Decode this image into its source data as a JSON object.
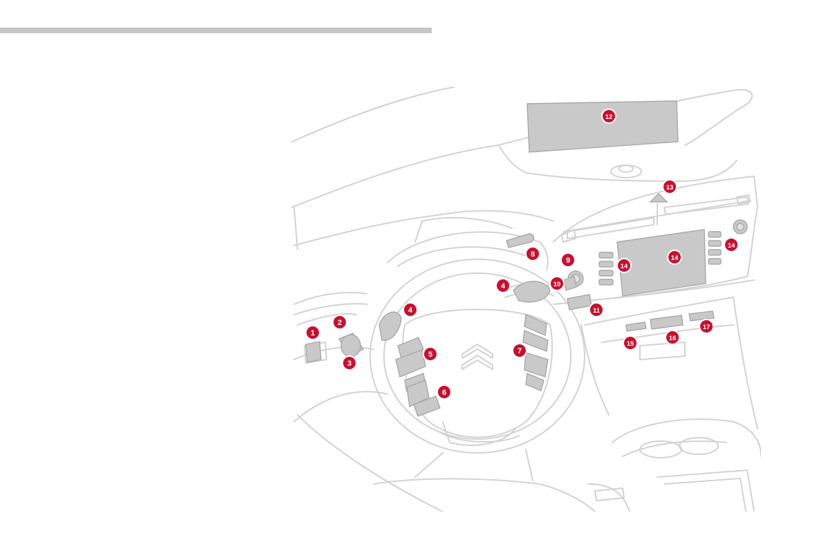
{
  "page": {
    "background": "#ffffff",
    "rule_color": "#c6c6c6"
  },
  "diagram": {
    "subject": "vehicle dashboard and steering wheel line drawing",
    "line_color": "#d0d0d0",
    "highlight_fill": "#c9c9c9",
    "callout_color": "#c8102e",
    "callouts": [
      {
        "id": "c1",
        "label": "1"
      },
      {
        "id": "c2",
        "label": "2"
      },
      {
        "id": "c3",
        "label": "3"
      },
      {
        "id": "c4a",
        "label": "4"
      },
      {
        "id": "c4b",
        "label": "4"
      },
      {
        "id": "c5",
        "label": "5"
      },
      {
        "id": "c6",
        "label": "6"
      },
      {
        "id": "c7",
        "label": "7"
      },
      {
        "id": "c8",
        "label": "8"
      },
      {
        "id": "c9",
        "label": "9"
      },
      {
        "id": "c10",
        "label": "10"
      },
      {
        "id": "c11",
        "label": "11"
      },
      {
        "id": "c12",
        "label": "12"
      },
      {
        "id": "c13",
        "label": "13"
      },
      {
        "id": "c14a",
        "label": "14"
      },
      {
        "id": "c14b",
        "label": "14"
      },
      {
        "id": "c14c",
        "label": "14"
      },
      {
        "id": "c15",
        "label": "15"
      },
      {
        "id": "c16",
        "label": "16"
      },
      {
        "id": "c17",
        "label": "17"
      }
    ]
  }
}
